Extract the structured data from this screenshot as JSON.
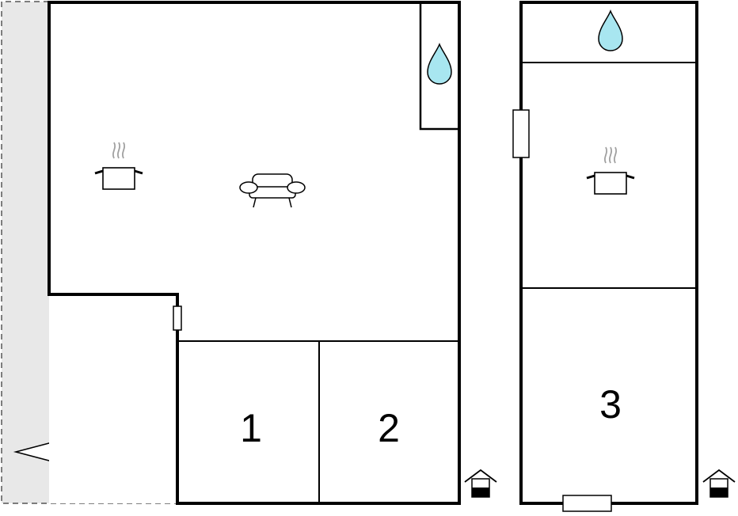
{
  "floor_plan": {
    "rooms": [
      {
        "label": "1"
      },
      {
        "label": "2"
      },
      {
        "label": "3"
      }
    ],
    "icons": {
      "water": "water-drop-icon",
      "kitchen": "cooking-pot-icon",
      "living": "sofa-icon",
      "entrance": "house-entrance-icon",
      "direction": "direction-arrow-icon"
    },
    "colors": {
      "wall": "#000000",
      "terrace_light": "#e8e8e8",
      "terrace_dark": "#c0c0c0",
      "water": "#a8e6f0",
      "steam": "#a0a0a0"
    }
  }
}
